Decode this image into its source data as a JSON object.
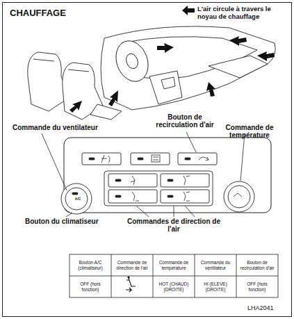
{
  "diagram": {
    "title": "CHAUFFAGE",
    "labels": [
      "A/C",
      "Commande du ventilateur",
      "Bouton de recirculation d'air",
      "Commande de température",
      "Bouton du climatiseur",
      "Commandes de direction de l'air",
      "Bouton A/C (climatiseur)",
      "Commande de direction de l'air",
      "Commande de température",
      "Commande du ventilateur",
      "Bouton de recirculation d'air",
      "OFF (hors fonction)",
      "HOT (CHAUD) (DROITE)",
      "HI (ELEVE) (DROITE)",
      "OFF (hors fonction)",
      "LHA2041"
    ],
    "legend": [
      {
        "text": "L'air circule à travers le noyau de chauffage"
      }
    ]
  }
}
